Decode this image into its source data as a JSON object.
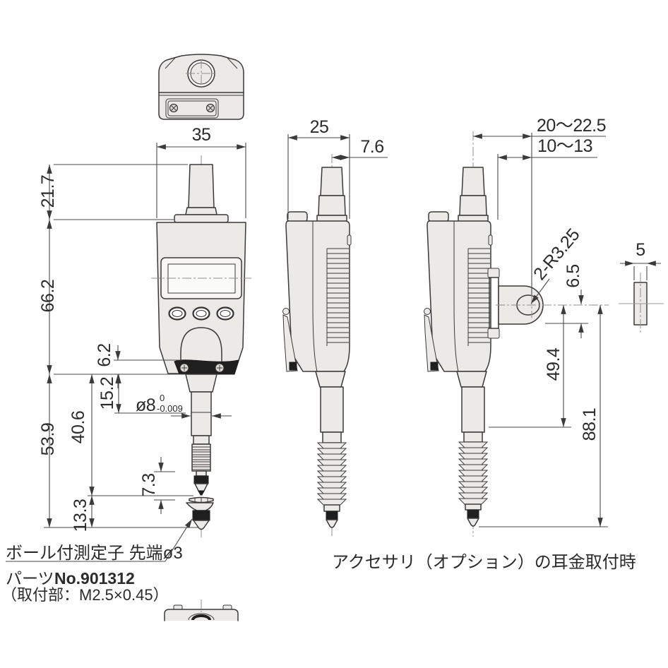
{
  "drawing_type": "dimensioned engineering drawing of a digital indicator (dial gauge)",
  "colors": {
    "background": "#FFFFFF",
    "body_fill": "#ECEAE6",
    "outline": "#3A3A3A",
    "dark_fill": "#1F1F1F",
    "dimension_line": "#4A4A4A",
    "centerline": "#8F8F8F",
    "text": "#2B2B2B"
  },
  "dims": {
    "top_width": "35",
    "cap_height": "21.7",
    "body_height": "66.2",
    "lower_length": "53.9",
    "wheel_offset": "6.2",
    "stem_length": "15.2",
    "spindle_length": "40.6",
    "contact_section": "13.3",
    "tip_length": "7.3",
    "stem_dia": "ø8",
    "stem_tol_upper": "0",
    "stem_tol_lower": "-0.009",
    "depth": "25",
    "stem_back_offset": "7.6",
    "lug_hole_to_axis": "20～22.5",
    "lug_hole_to_back": "10～13",
    "lug_radius": "2-R3.25",
    "lug_hole_drop": "6.5",
    "lug_to_stem_end": "49.4",
    "lug_to_tip": "88.1",
    "lug_thickness": "5"
  },
  "notes": {
    "contact_label": "ボール付測定子 先端ø3",
    "parts_prefix": "パーツ",
    "parts_no": "No.901312",
    "mount_thread": "（取付部：M2.5×0.45）",
    "accessory_caption": "アクセサリ（オプション）の耳金取付時"
  }
}
